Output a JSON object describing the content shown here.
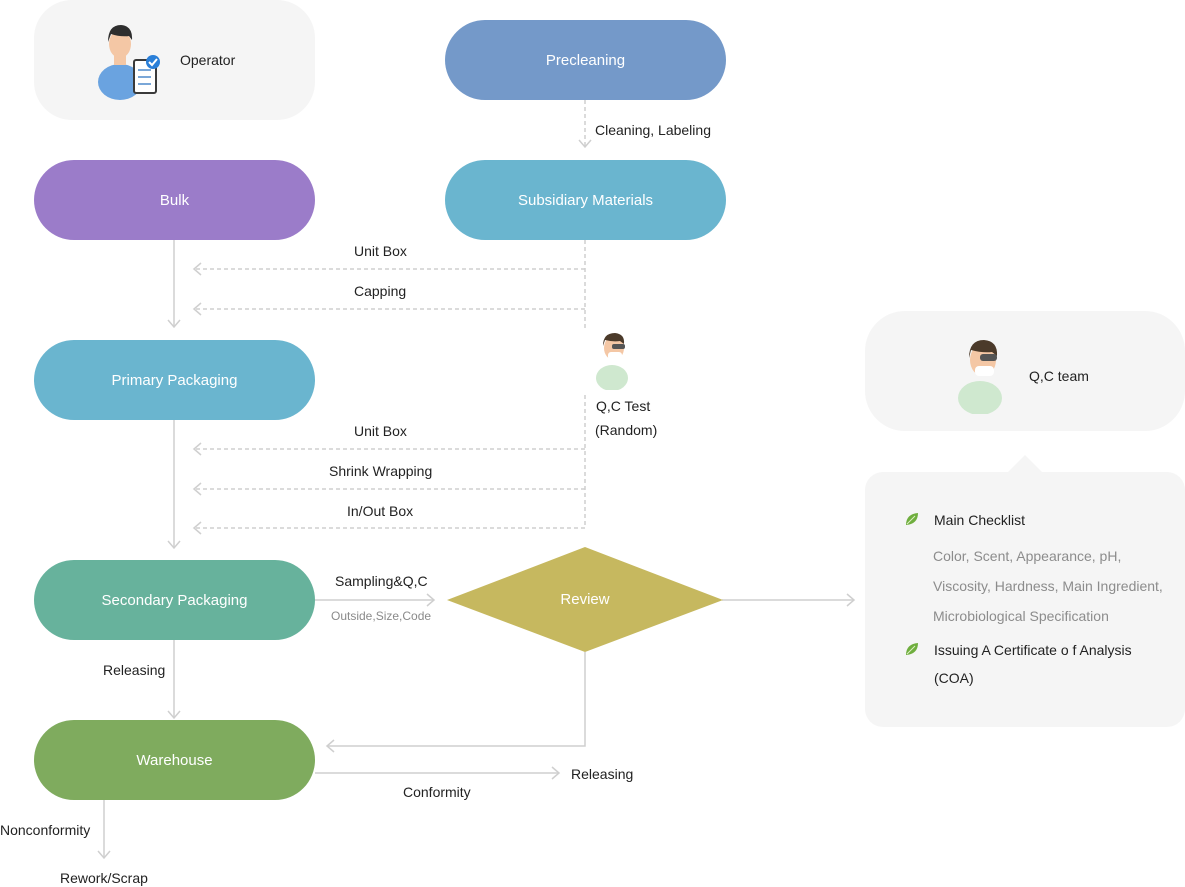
{
  "colors": {
    "precleaning": "#7499c9",
    "bulk": "#9b7cc9",
    "subsidiary": "#6ab5cf",
    "primary": "#6ab5cf",
    "secondary": "#67b29c",
    "warehouse": "#7fab5e",
    "review": "#c6b85f",
    "gray_box": "#f5f5f5",
    "line": "#cfcfcf"
  },
  "operator": {
    "label": "Operator",
    "icon": "operator-icon"
  },
  "qc_team": {
    "label": "Q,C team",
    "icon": "qc-worker-icon"
  },
  "nodes": {
    "precleaning": "Precleaning",
    "bulk": "Bulk",
    "subsidiary": "Subsidiary Materials",
    "primary": "Primary Packaging",
    "secondary": "Secondary Packaging",
    "warehouse": "Warehouse",
    "review": "Review"
  },
  "labels": {
    "cleaning_labeling": "Cleaning, Labeling",
    "unit_box_1": "Unit Box",
    "capping": "Capping",
    "qc_test_line1": "Q,C Test",
    "qc_test_line2": "(Random)",
    "unit_box_2": "Unit Box",
    "shrink_wrapping": "Shrink Wrapping",
    "inout_box": "In/Out Box",
    "sampling_qc": "Sampling&Q,C",
    "sampling_sub": "Outside,Size,Code",
    "releasing_1": "Releasing",
    "releasing_2": "Releasing",
    "conformity": "Conformity",
    "nonconformity": "Nonconformity",
    "rework": "Rework/Scrap"
  },
  "checklist": {
    "main_title": "Main Checklist",
    "main_lines": [
      "Color, Scent, Appearance, pH,",
      "Viscosity, Hardness, Main Ingredient,",
      "Microbiological Specification"
    ],
    "coa_line1": "Issuing A Certificate o f Analysis",
    "coa_line2": "(COA)",
    "bullet_icon": "leaf-icon"
  }
}
